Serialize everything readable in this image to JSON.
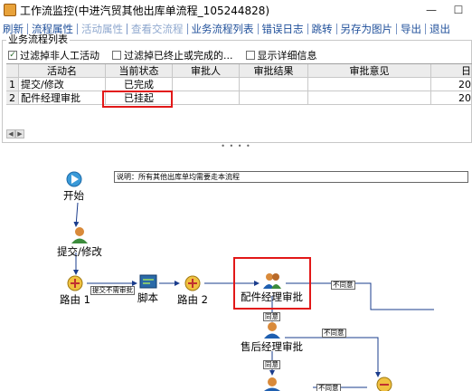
{
  "window": {
    "title": "工作流监控(中进汽贸其他出库单流程_105244828)",
    "min": "—",
    "max": "☐"
  },
  "menu": [
    {
      "label": "刷新",
      "enabled": true
    },
    {
      "label": "流程属性",
      "enabled": true
    },
    {
      "label": "活动属性",
      "enabled": false
    },
    {
      "label": "查看交流程",
      "enabled": false
    },
    {
      "label": "业务流程列表",
      "enabled": true
    },
    {
      "label": "错误日志",
      "enabled": true
    },
    {
      "label": "跳转",
      "enabled": true
    },
    {
      "label": "另存为图片",
      "enabled": true
    },
    {
      "label": "导出",
      "enabled": true
    },
    {
      "label": "退出",
      "enabled": true
    }
  ],
  "panel": {
    "title": "业务流程列表",
    "filters": [
      {
        "label": "过滤掉非人工活动",
        "checked": true
      },
      {
        "label": "过滤掉已终止或完成的...",
        "checked": false
      },
      {
        "label": "显示详细信息",
        "checked": false
      }
    ]
  },
  "table": {
    "columns": [
      "活动名",
      "当前状态",
      "审批人",
      "审批结果",
      "审批意见",
      "日"
    ],
    "rows": [
      {
        "num": "1",
        "activity": "提交/修改",
        "status": "已完成",
        "approver": "",
        "result": "",
        "opinion": "",
        "date": "20"
      },
      {
        "num": "2",
        "activity": "配件经理审批",
        "status": "已挂起",
        "approver": "",
        "result": "",
        "opinion": "",
        "date": "20"
      }
    ]
  },
  "scroll": {
    "left": "◀",
    "right": "▶"
  },
  "splitter": "• • • •",
  "flow": {
    "note": "说明：所有其他出库单均需要走本流程",
    "nodes": {
      "start": "开始",
      "submit": "提交/修改",
      "route1": "路由 1",
      "script": "脚本",
      "route2": "路由 2",
      "parts_mgr": "配件经理审批",
      "aftersale_mgr": "售后经理审批"
    },
    "tags": {
      "t1": "提交不需审批",
      "t2": "不同意",
      "t3": "同意",
      "t4": "不同意",
      "t5": "同意",
      "t6": "不同意"
    }
  },
  "colors": {
    "menu_text": "#1f4f9a",
    "menu_disabled": "#8fa8cf",
    "highlight": "#e21818",
    "edge": "#1a3c8c"
  }
}
